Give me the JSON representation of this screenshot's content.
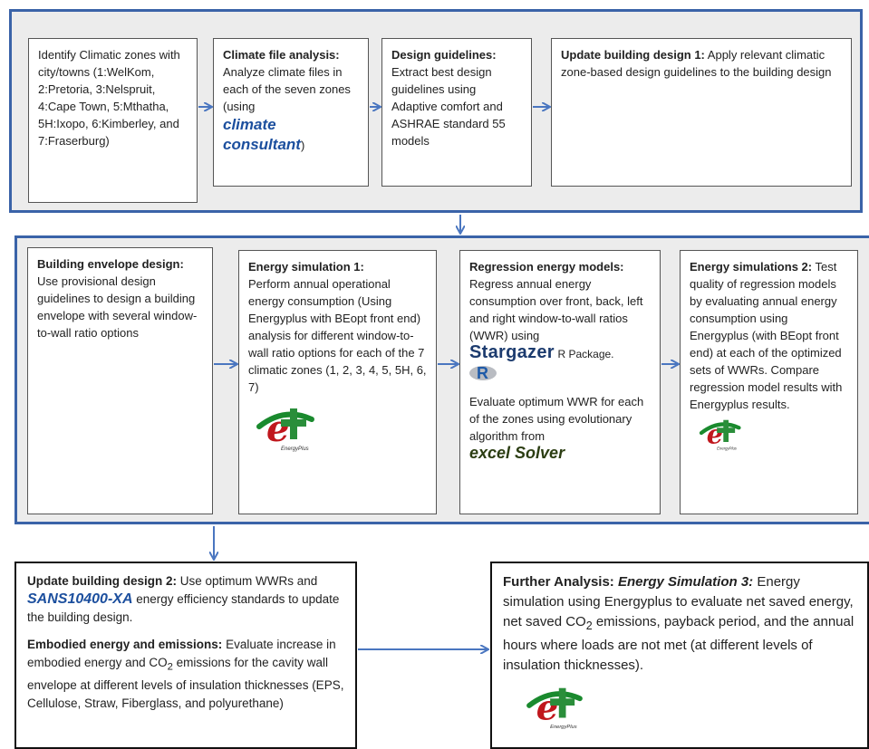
{
  "colors": {
    "panel_border": "#3a63a8",
    "arrow": "#4a76c0",
    "brand_blue": "#1c4f9e"
  },
  "row1": {
    "box1": {
      "text": "Identify Climatic zones with city/towns (1:WelKom, 2:Pretoria, 3:Nelspruit, 4:Cape Town, 5:Mthatha, 5H:Ixopo, 6:Kimberley, and 7:Fraserburg)"
    },
    "box2": {
      "title": "Climate file analysis:",
      "text": "Analyze climate files in each of the seven zones (using",
      "brand": "climate consultant",
      "after": ")"
    },
    "box3": {
      "title": "Design guidelines:",
      "text": "Extract best design guidelines using Adaptive comfort and ASHRAE standard 55 models"
    },
    "box4": {
      "title": "Update building design 1:",
      "text": "Apply relevant climatic zone-based design guidelines to the building design"
    }
  },
  "row2": {
    "box1": {
      "title": "Building envelope design:",
      "text": "Use provisional design guidelines to design a building envelope with several window-to-wall ratio options"
    },
    "box2": {
      "title": "Energy simulation 1:",
      "text": "Perform annual operational energy consumption (Using Energyplus with BEopt front end) analysis for different window-to-wall ratio options for each of the 7 climatic zones (1, 2, 3, 4, 5, 5H, 6, 7)"
    },
    "box3": {
      "title": "Regression energy models:",
      "text": "Regress annual energy consumption over front, back, left and right window-to-wall ratios (WWR) using",
      "brand": "Stargazer",
      "brand_after": "R Package.",
      "r_logo": "R",
      "text2": "Evaluate optimum WWR for each of the zones using evolutionary algorithm from",
      "brand2": "excel Solver"
    },
    "box4": {
      "title": "Energy simulations 2:",
      "text": "Test quality of regression models by evaluating annual energy consumption using Energyplus (with BEopt front end) at each of the optimized  sets of WWRs. Compare regression model results with Energyplus results."
    }
  },
  "row3": {
    "box1": {
      "title": "Update building design 2:",
      "text": "Use optimum WWRs and",
      "brand": "SANS10400-XA",
      "after": "energy efficiency standards to update the building design.",
      "title2": "Embodied energy and emissions:",
      "text2a": "Evaluate increase in embodied energy and CO",
      "sub": "2",
      "text2b": "emissions for the cavity wall envelope at different levels of insulation thicknesses (EPS, Cellulose, Straw, Fiberglass, and polyurethane)"
    },
    "box2": {
      "title": "Further Analysis:",
      "title_italic": "Energy Simulation 3:",
      "text_a": "Energy simulation using Energyplus to evaluate net saved energy, net saved CO",
      "sub": "2",
      "text_b": "emissions, payback period, and the annual hours where loads are not met (at different levels of insulation thicknesses)."
    }
  },
  "logo": {
    "name": "energyplus-logo",
    "letter": "e",
    "caption": "EnergyPlus"
  }
}
